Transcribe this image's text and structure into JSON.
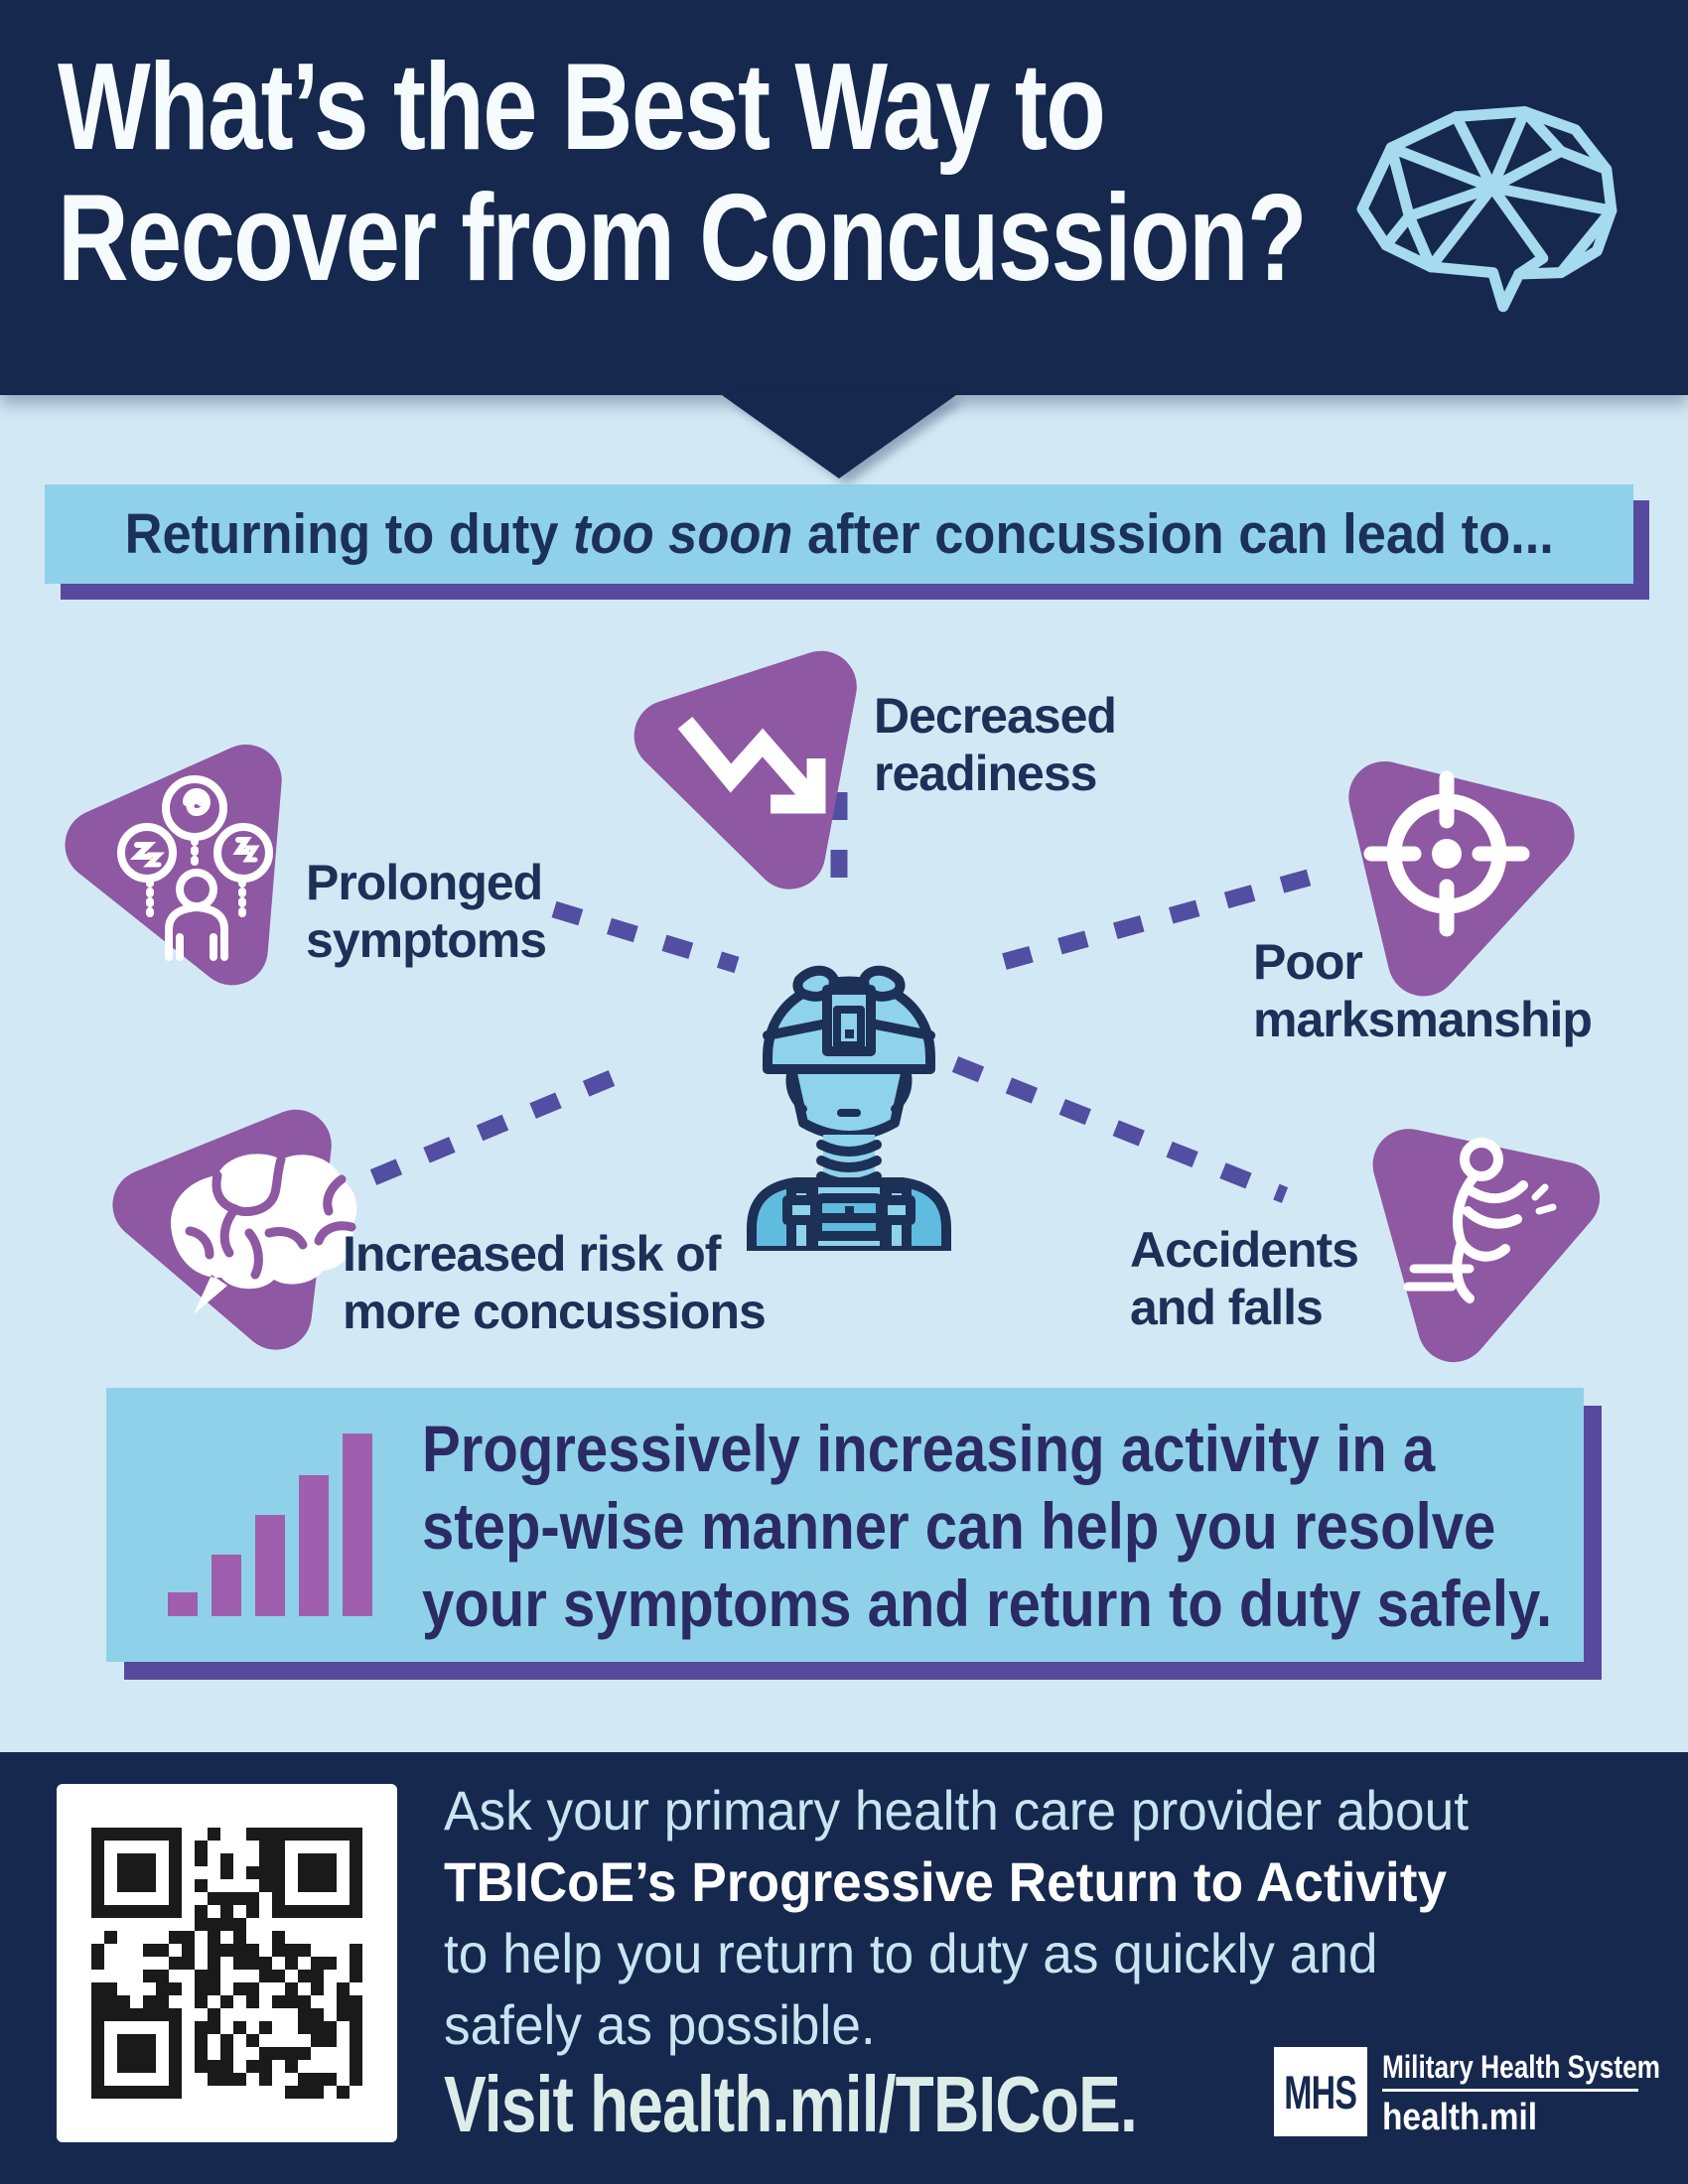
{
  "header": {
    "title_line1": "What’s the Best Way to",
    "title_line2": "Recover from Concussion?",
    "brain_icon": "polygonal-brain-icon"
  },
  "banner": {
    "prefix": "Returning to duty ",
    "emphasis": "too soon",
    "suffix": " after concussion can lead to..."
  },
  "diagram": {
    "center_icon": "soldier-icon",
    "effects": [
      {
        "id": "decreased-readiness",
        "icon": "downward-zigzag-arrow-icon",
        "line1": "Decreased",
        "line2": "readiness"
      },
      {
        "id": "prolonged-symptoms",
        "icon": "person-with-symptom-bubbles-icon",
        "line1": "Prolonged",
        "line2": "symptoms"
      },
      {
        "id": "poor-marksmanship",
        "icon": "crosshair-target-icon",
        "line1": "Poor",
        "line2": "marksmanship"
      },
      {
        "id": "increased-risk",
        "icon": "brain-outline-icon",
        "line1": "Increased risk of",
        "line2": "more concussions"
      },
      {
        "id": "accidents-falls",
        "icon": "falling-person-icon",
        "line1": "Accidents",
        "line2": "and falls"
      }
    ]
  },
  "callout": {
    "icon": "rising-bar-chart-icon",
    "bar_heights": [
      24,
      62,
      102,
      142,
      184
    ],
    "lines": [
      "Progressively increasing activity in a",
      "step-wise manner can help you resolve",
      "your symptoms and return to duty safely."
    ]
  },
  "footer": {
    "qr_icon": "qr-code",
    "line1": "Ask your primary health care provider about",
    "line2_bold": "TBICoE’s Progressive Return to Activity",
    "line3": "to help you return to duty as quickly and",
    "line4": "safely as possible.",
    "visit": "Visit health.mil/TBICoE.",
    "mhs": {
      "abbr": "MHS",
      "org": "Military Health System",
      "site": "health.mil"
    }
  },
  "colors": {
    "navy": "#16284e",
    "light_bg": "#d2e9f5",
    "banner_blue": "#8ed1e9",
    "shadow_purple": "#57499e",
    "badge_purple": "#8e58a2",
    "bars_purple": "#a05fae",
    "dash_purple": "#524ea2",
    "text_navy": "#1c3058",
    "callout_text": "#2b2a63",
    "soldier_light": "#8ed2ec",
    "soldier_mid": "#5fbcdf",
    "header_brain_blue": "#a5daef",
    "qr_black": "#1a1a1a"
  }
}
